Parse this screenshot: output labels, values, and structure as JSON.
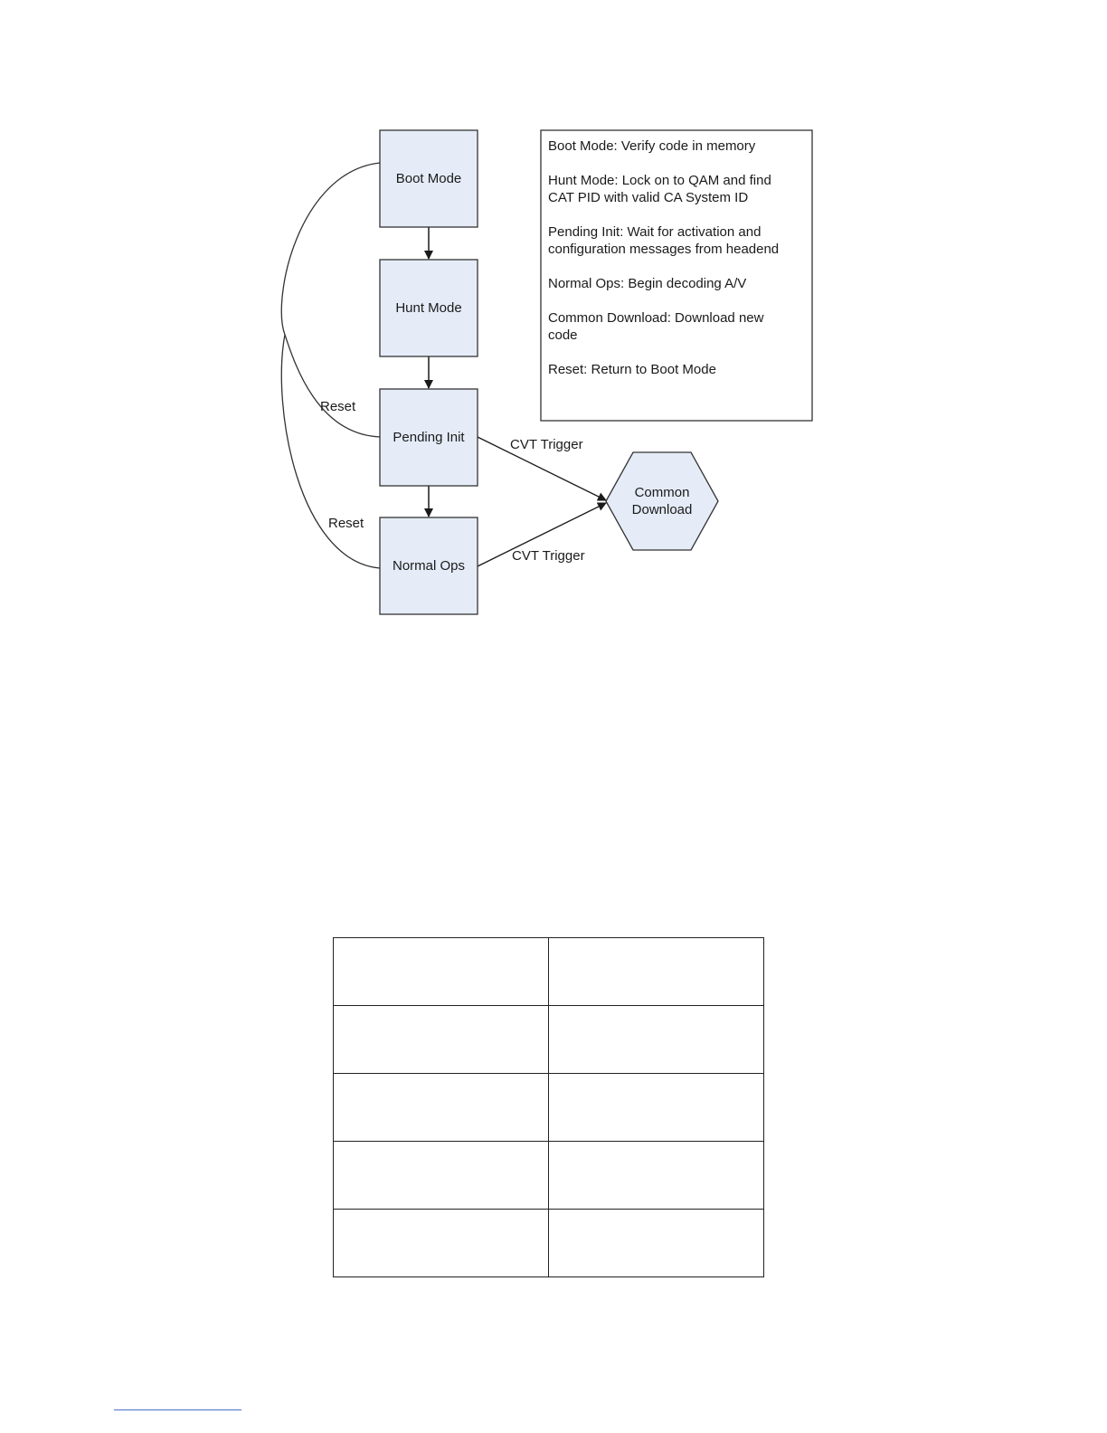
{
  "colors": {
    "state_fill": "#e5ecf8",
    "stroke": "#333333",
    "text": "#1a1a1a",
    "footnote_rule": "#4a6fd0"
  },
  "states": {
    "boot_mode": "Boot Mode",
    "hunt_mode": "Hunt Mode",
    "pending_init": "Pending Init",
    "normal_ops": "Normal Ops",
    "common_download": [
      "Common",
      "Download"
    ]
  },
  "edges": {
    "reset_pending": "Reset",
    "reset_normal": "Reset",
    "cvt_trigger_pending": "CVT Trigger",
    "cvt_trigger_normal": "CVT Trigger"
  },
  "legend": [
    [
      "Boot Mode:  Verify code in memory"
    ],
    [
      "Hunt Mode:  Lock on to QAM and find",
      "CAT PID with valid CA System ID"
    ],
    [
      "Pending Init:  Wait for activation and",
      "configuration messages from headend"
    ],
    [
      "Normal Ops:  Begin decoding A/V"
    ],
    [
      "Common Download:  Download new",
      "code"
    ],
    [
      "Reset:  Return to Boot Mode"
    ]
  ],
  "table": {
    "rows": [
      [
        "",
        ""
      ],
      [
        "",
        ""
      ],
      [
        "",
        ""
      ],
      [
        "",
        ""
      ],
      [
        "",
        ""
      ]
    ]
  }
}
